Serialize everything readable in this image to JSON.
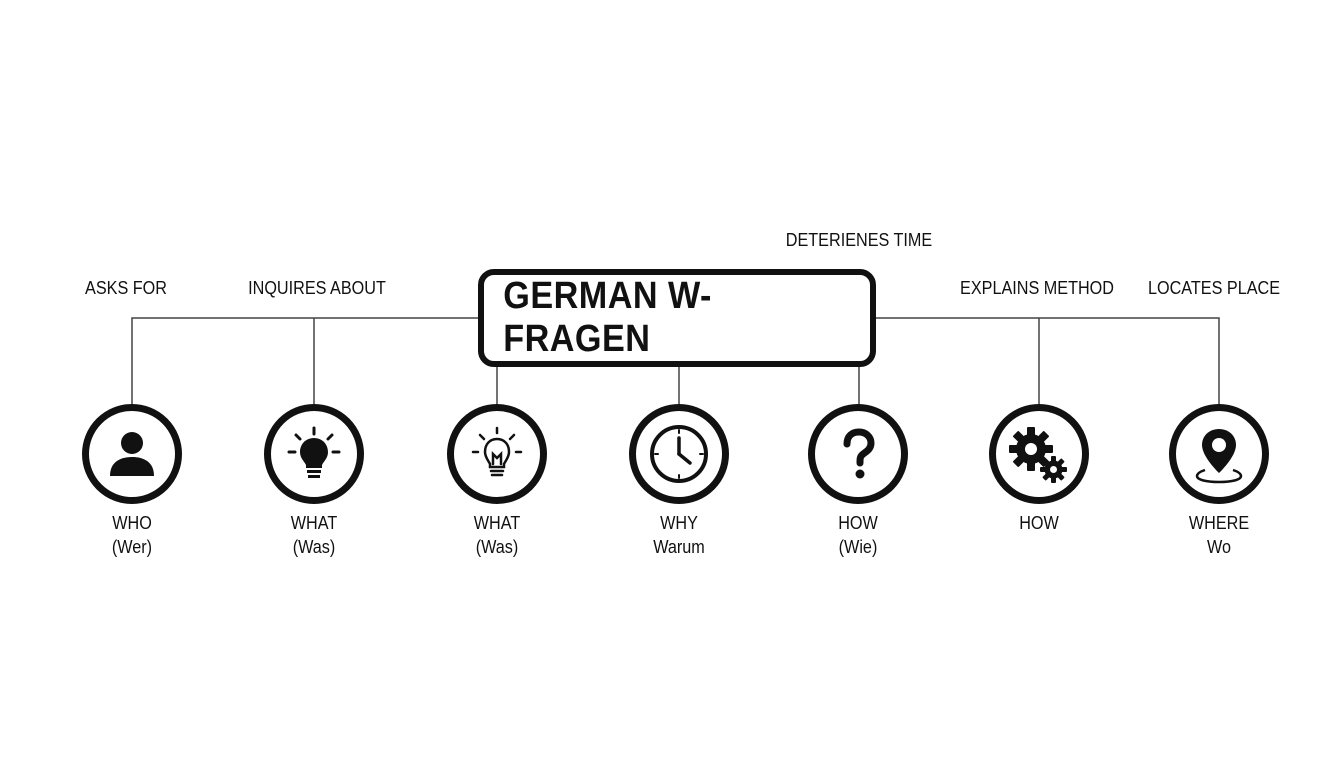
{
  "title": "GERMAN W-FRAGEN",
  "relations": {
    "asks_for": "ASKS FOR",
    "inquires_about": "INQUIRES ABOUT",
    "determines_time": "DETERIENES TIME",
    "explains_method": "EXPLAINS METHOD",
    "locates_place": "LOCATES PLACE"
  },
  "questions": [
    {
      "english": "WHO",
      "german": "(Wer)",
      "icon": "person-icon"
    },
    {
      "english": "WHAT",
      "german": "(Was)",
      "icon": "lightbulb-filled-icon"
    },
    {
      "english": "WHAT",
      "german": "(Was)",
      "icon": "lightbulb-outline-icon"
    },
    {
      "english": "WHY",
      "german": "Warum",
      "icon": "clock-icon"
    },
    {
      "english": "HOW",
      "german": "(Wie)",
      "icon": "question-mark-icon"
    },
    {
      "english": "HOW",
      "german": "",
      "icon": "gears-icon"
    },
    {
      "english": "WHERE",
      "german": "Wo",
      "icon": "location-pin-icon"
    }
  ],
  "colors": {
    "ink": "#111111",
    "line": "#444444",
    "background": "#ffffff"
  }
}
